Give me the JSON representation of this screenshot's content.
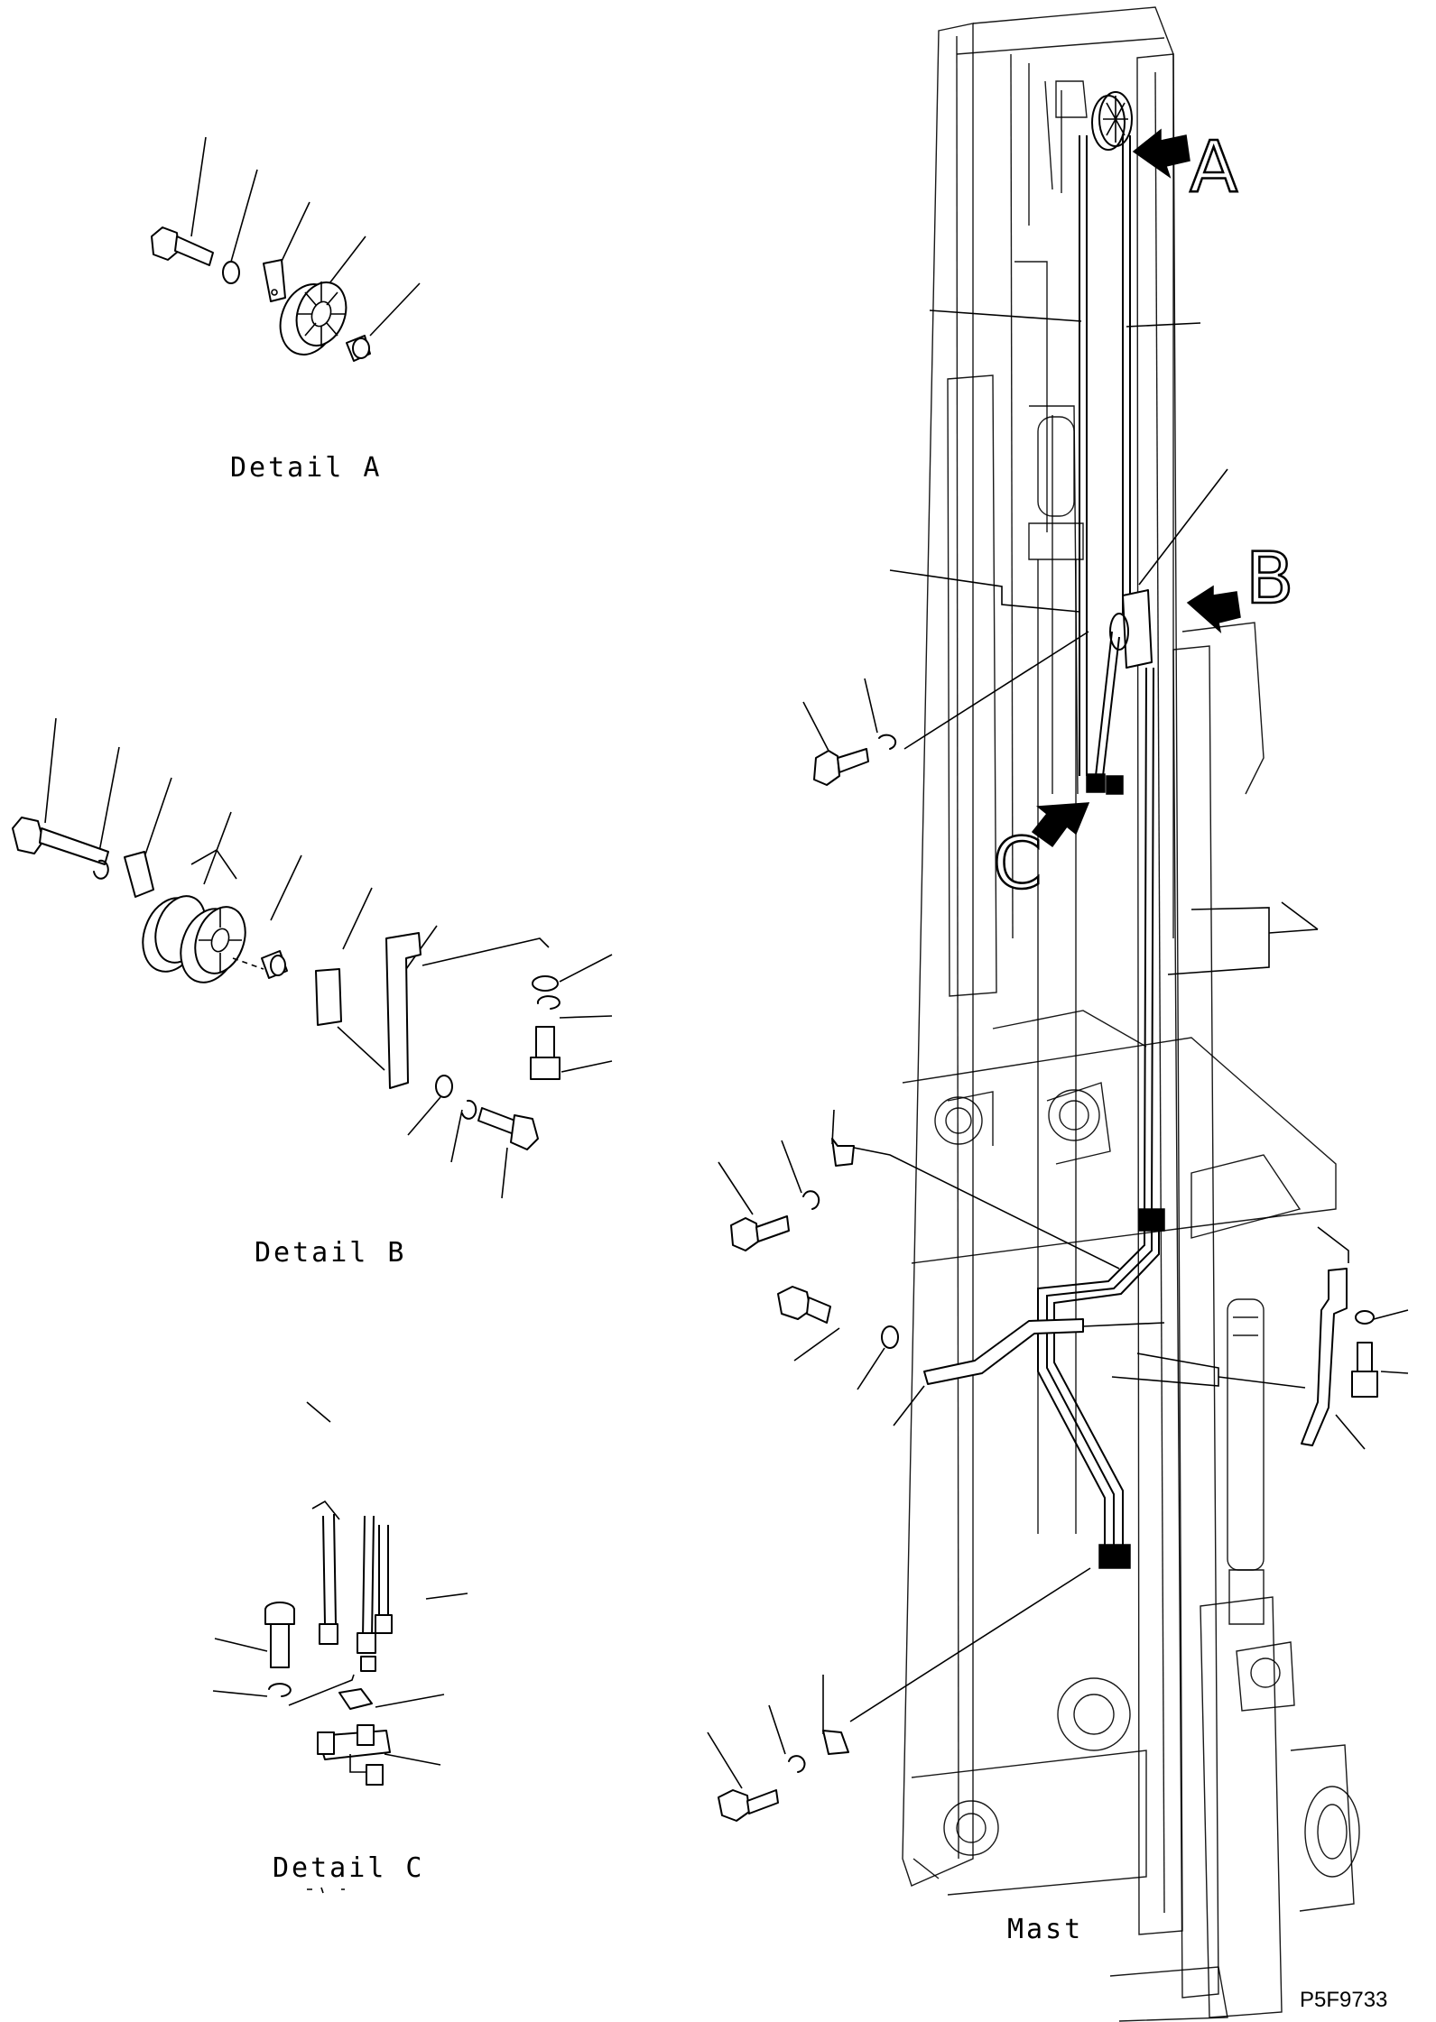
{
  "labels": {
    "detail_a": "Detail A",
    "detail_b": "Detail B",
    "detail_c": "Detail C",
    "mast": "Mast",
    "drawing_code": "P5F9733"
  },
  "callouts": {
    "a": "A",
    "b": "B",
    "c": "C"
  },
  "colors": {
    "line": "#000000",
    "background": "#ffffff"
  }
}
